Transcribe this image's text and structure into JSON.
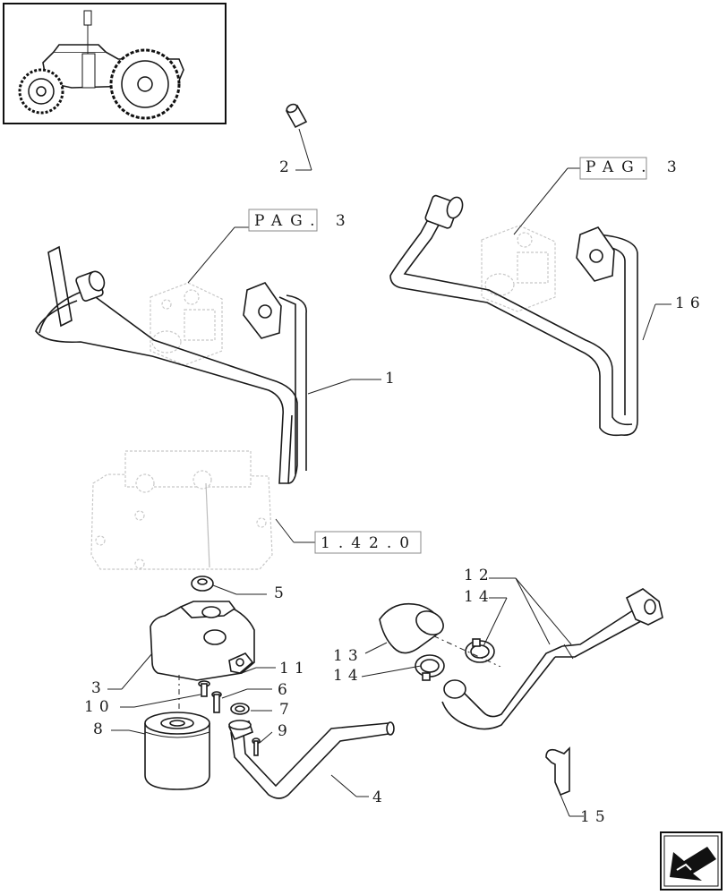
{
  "callouts": {
    "c1": "1",
    "c2": "2",
    "c3": "3",
    "c4": "4",
    "c5": "5",
    "c6": "6",
    "c7": "7",
    "c8": "8",
    "c9": "9",
    "c10": "10",
    "c11": "11",
    "c12": "12",
    "c13": "13",
    "c14a": "14",
    "c14b": "14",
    "c15": "15",
    "c16": "16"
  },
  "references": {
    "pag_left": "PAG. 3",
    "pag_right": "PAG. 3",
    "section": "1.42.0"
  },
  "icons": {
    "thumbnail": "tractor-thumbnail-icon",
    "nav": "next-page-arrow-icon"
  }
}
